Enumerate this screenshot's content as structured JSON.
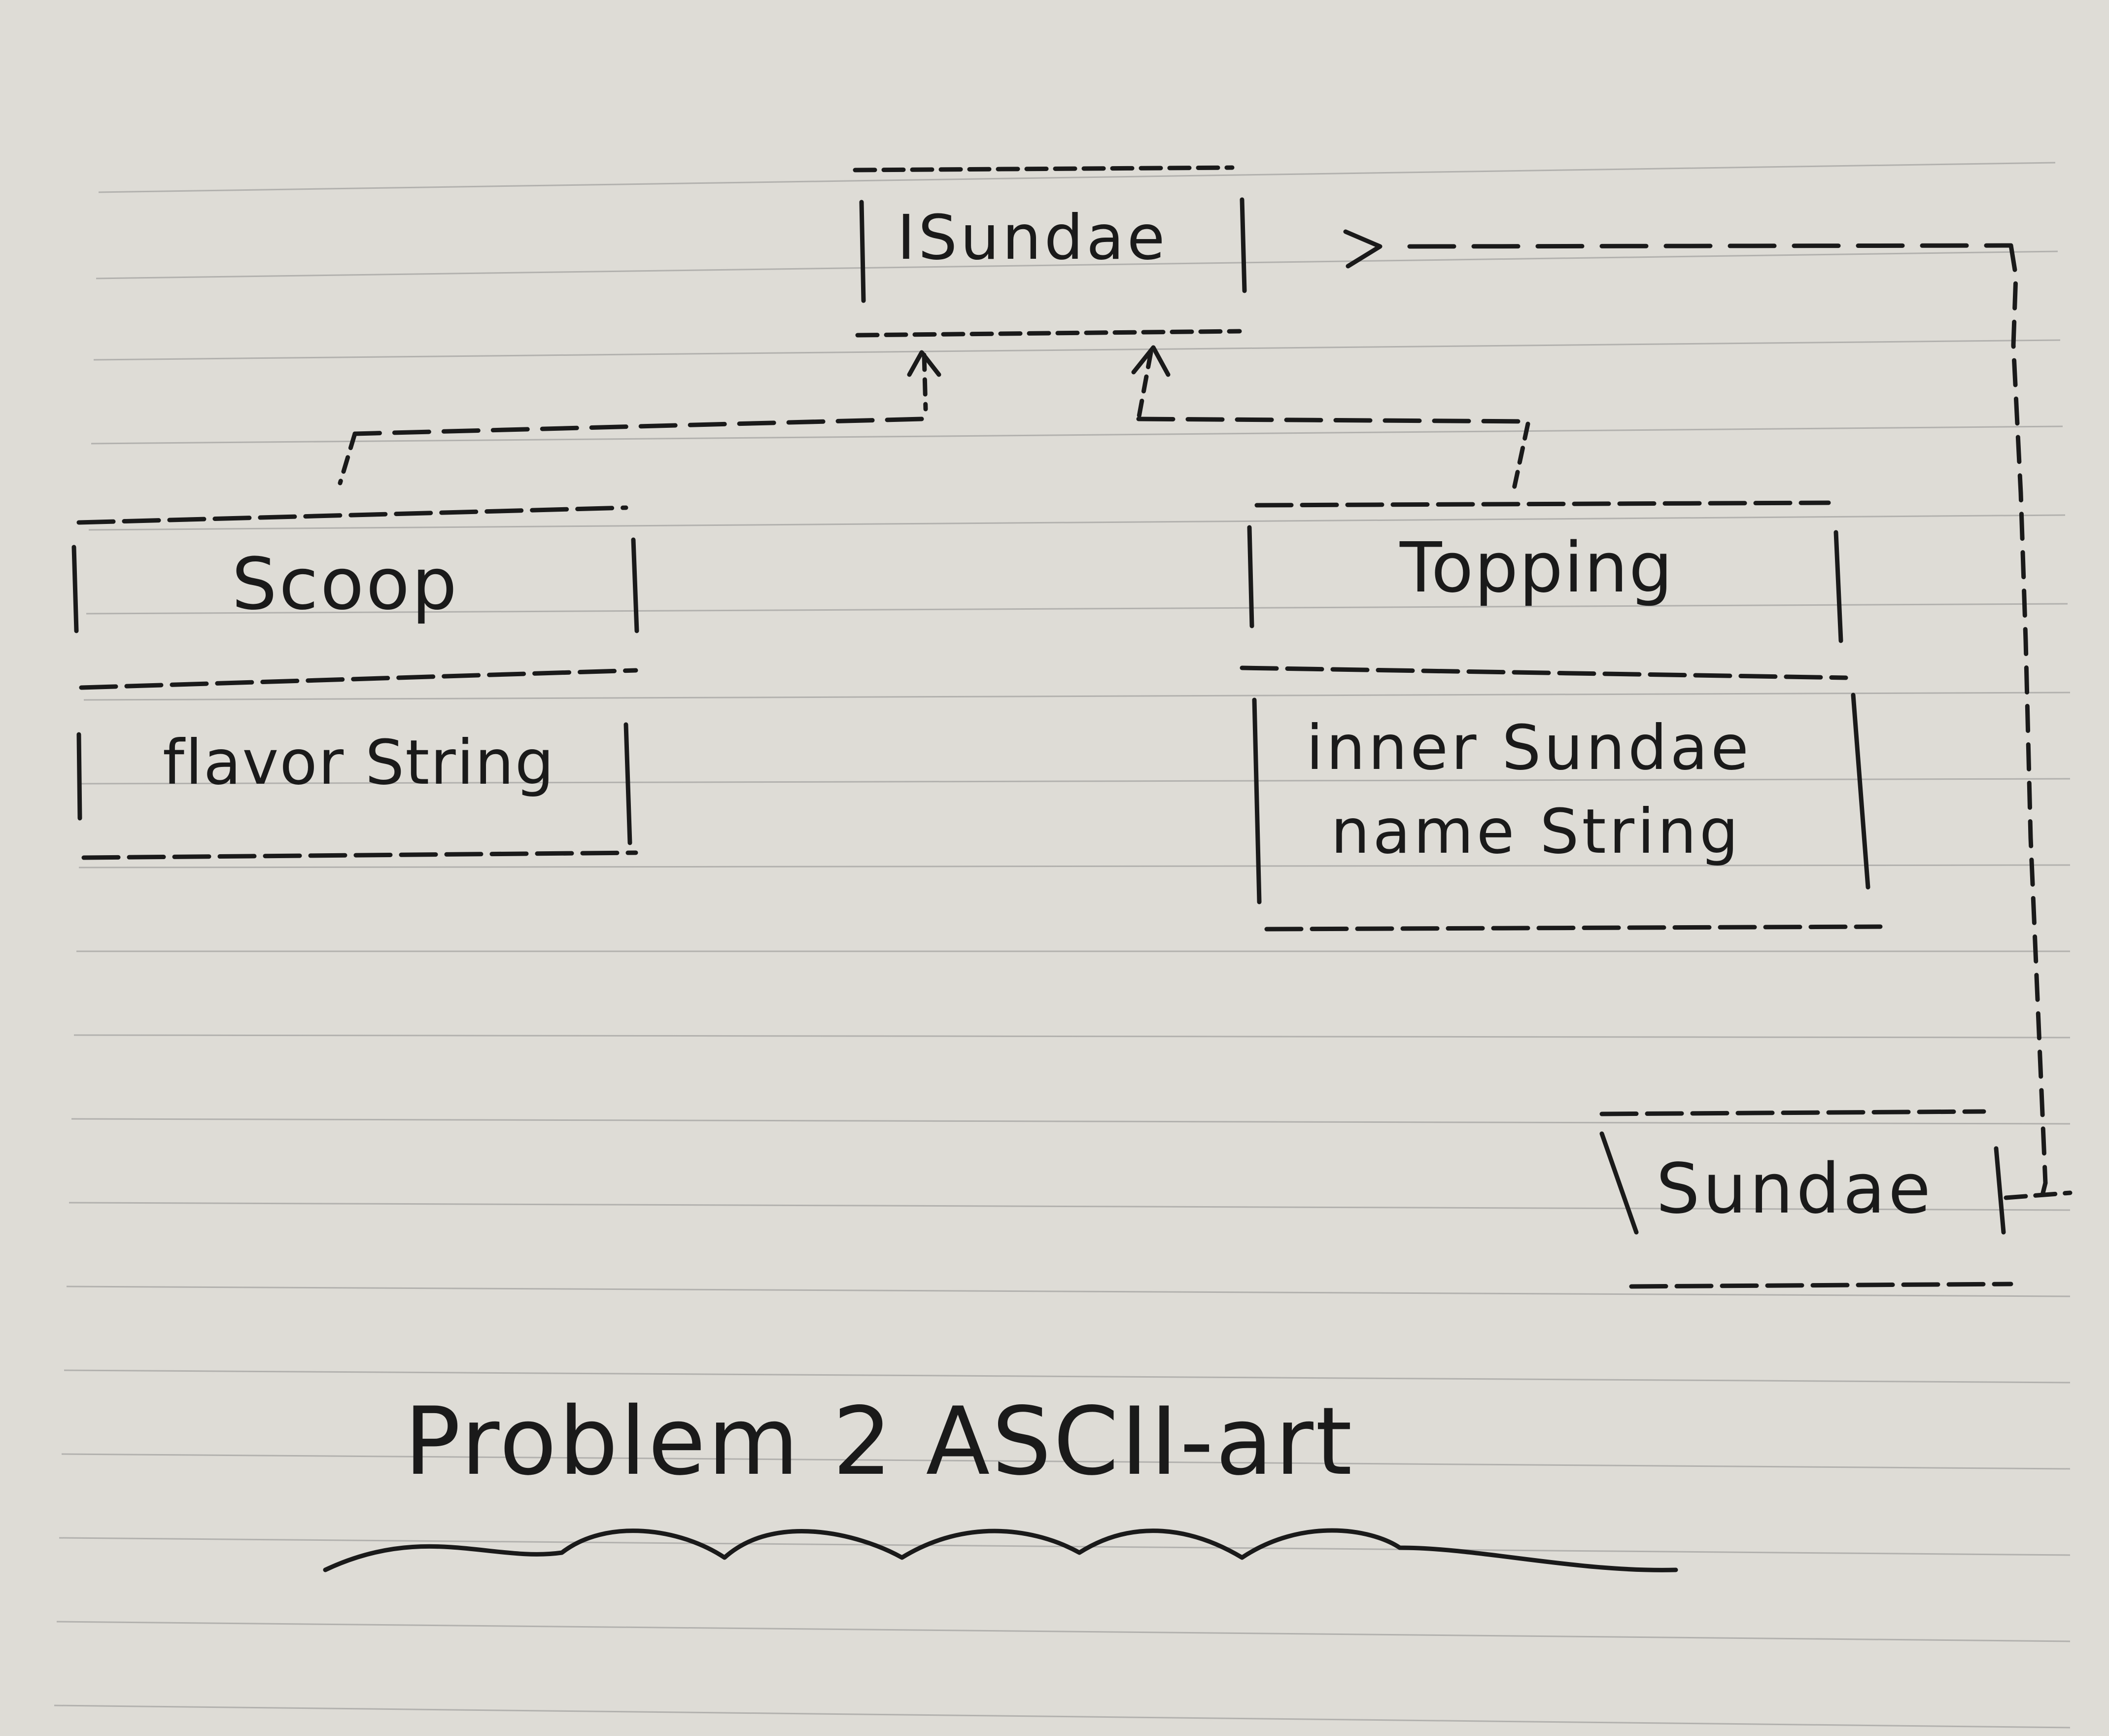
{
  "diagram": {
    "interface_label": "ISundae",
    "scoop": {
      "title": "Scoop",
      "field": "flavor String"
    },
    "topping": {
      "title": "Topping",
      "field_1": "inner Sundae",
      "field_2": "name String"
    },
    "sundae_label": "Sundae",
    "caption": "Problem 2 ASCII-art"
  }
}
